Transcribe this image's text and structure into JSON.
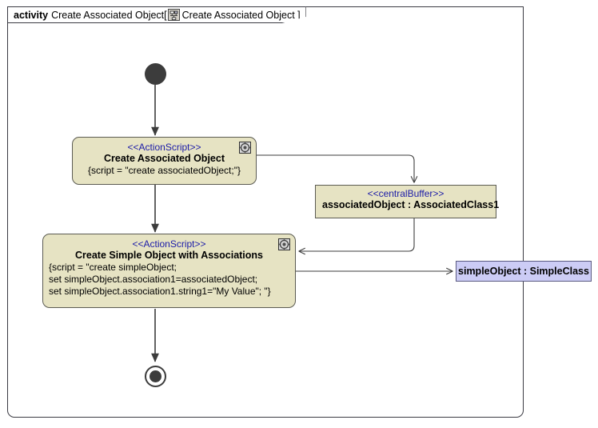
{
  "frame": {
    "keyword": "activity",
    "name": "Create Associated Object[",
    "icon": "activity-diagram-icon",
    "diagram_name": "Create Associated Object ]"
  },
  "colors": {
    "action_fill": "#e6e3c3",
    "action_border": "#5b5b52",
    "buffer_fill": "#e6e3c3",
    "object_fill": "#ccccf5",
    "object_border": "#5b5b82",
    "stereotype_text": "#1b1ba8",
    "control_node": "#3c3c3c",
    "frame_border": "#3a3a42",
    "background": "#ffffff"
  },
  "nodes": {
    "initial": {
      "type": "initial-node",
      "label": "Initial Node"
    },
    "action_create_associated": {
      "stereotype": "<<ActionScript>>",
      "title": "Create Associated Object",
      "body_lines": [
        "{script = \"create associatedObject;\"}"
      ],
      "icon": "gear-icon"
    },
    "central_buffer": {
      "stereotype": "<<centralBuffer>>",
      "title": "associatedObject : AssociatedClass1"
    },
    "action_create_simple": {
      "stereotype": "<<ActionScript>>",
      "title": "Create Simple Object with Associations",
      "body_lines": [
        "{script = \"create simpleObject;",
        "set simpleObject.association1=associatedObject;",
        "set simpleObject.association1.string1=\"My Value\"; \"}"
      ],
      "icon": "gear-icon"
    },
    "object_simple": {
      "title": "simpleObject : SimpleClass"
    },
    "final": {
      "type": "activity-final-node",
      "label": "Activity Final Node"
    }
  }
}
